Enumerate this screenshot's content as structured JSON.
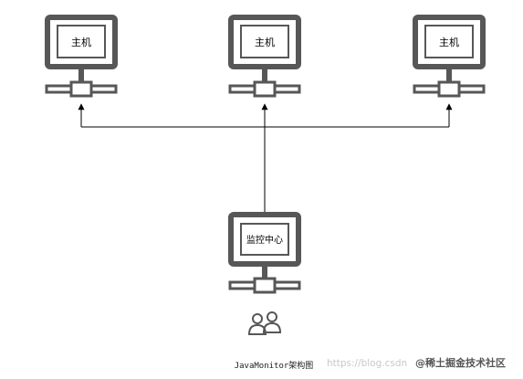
{
  "diagram": {
    "caption": "JavaMonitor架构图",
    "hosts": [
      {
        "label": "主机"
      },
      {
        "label": "主机"
      },
      {
        "label": "主机"
      }
    ],
    "center": {
      "label": "监控中心"
    },
    "icons": {
      "users": "users-icon",
      "link_arrow": "arrow-up-icon"
    },
    "colors": {
      "device": "#575757",
      "line": "#000000",
      "screen": "#ffffff"
    }
  },
  "watermark": {
    "url_text": "https://blog.csdn",
    "brand_text": "@稀土掘金技术社区"
  }
}
